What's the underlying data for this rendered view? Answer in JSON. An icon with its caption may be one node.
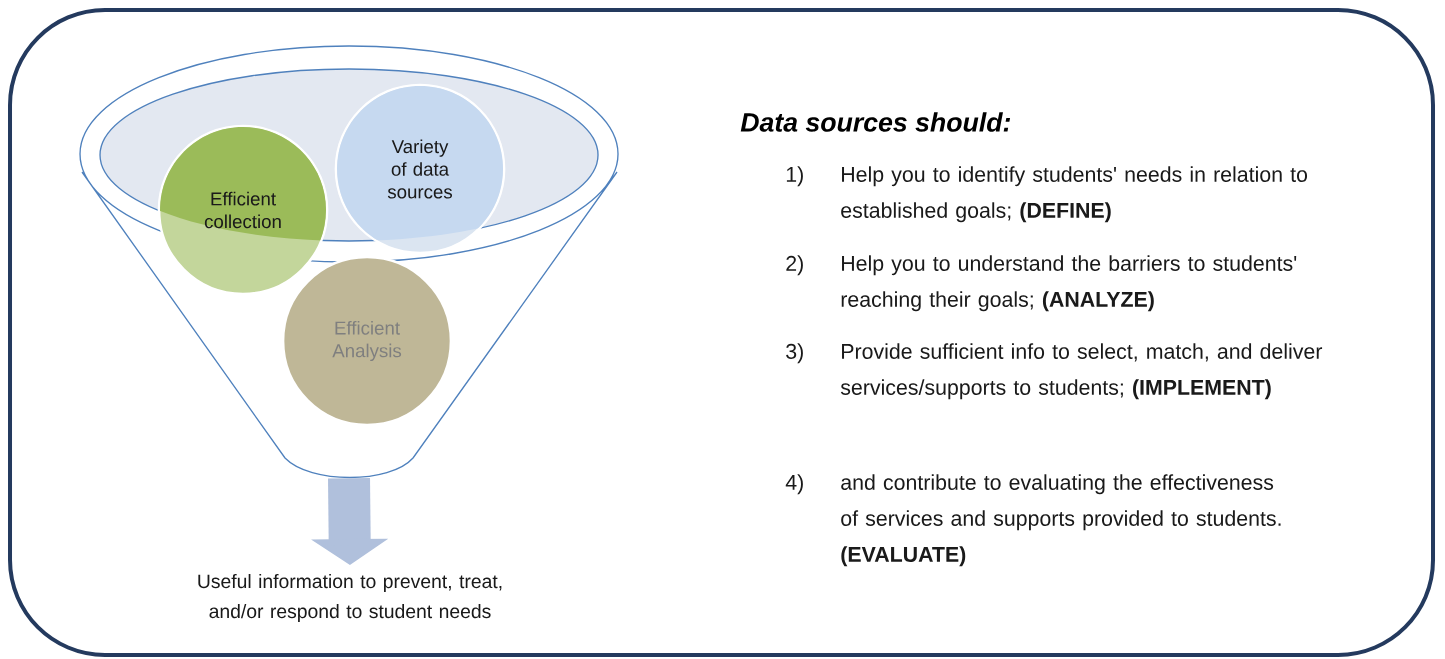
{
  "diagram": {
    "title": "Data sources should:",
    "nodes": [
      {
        "text": [],
        "shape": "funnel"
      },
      {
        "text": [
          "Efficient collection"
        ],
        "in": 0
      },
      {
        "text": [
          "Variety of data sources"
        ],
        "in": 0
      },
      {
        "text": [
          "Efficient Analysis"
        ],
        "in": 0
      },
      {
        "text": [
          "Useful information to prevent, treat, and/or respond to student needs"
        ]
      }
    ],
    "edges": [
      {
        "from": 0,
        "to": 4,
        "arrow": "to"
      }
    ],
    "labels": [
      "1)",
      "Help you to identify students' needs in relation to established goals; **(DEFINE)**",
      "2)",
      "Help you to understand the barriers to students' reaching their goals; **(ANALYZE)**",
      "3)",
      "Provide sufficient info to select, match, and deliver services/supports to students; **(IMPLEMENT)**",
      "4)",
      "and contribute to evaluating the effectiveness of services and supports provided to students. **(EVALUATE)**"
    ]
  }
}
